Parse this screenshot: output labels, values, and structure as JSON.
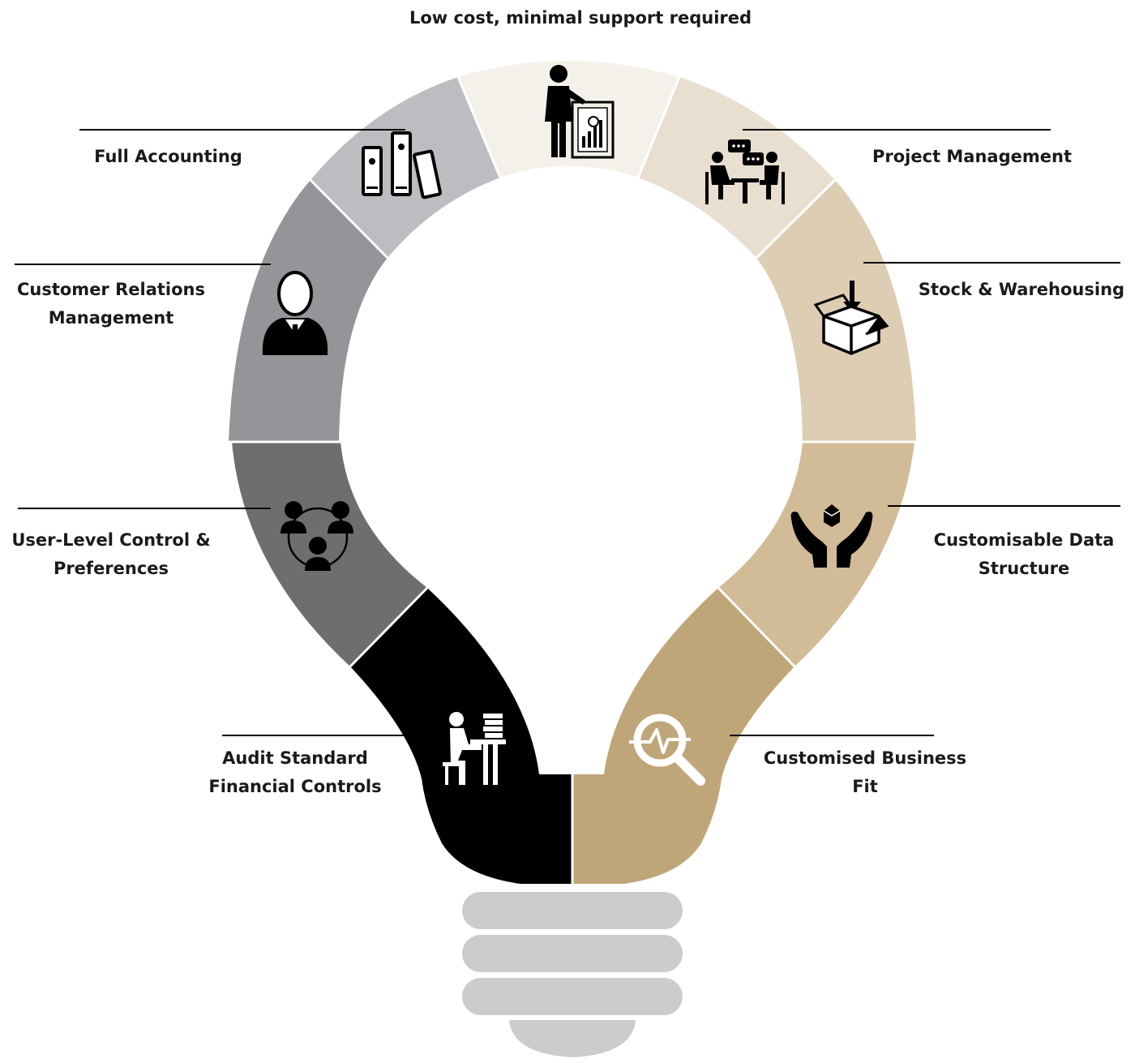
{
  "diagram": {
    "top_label": "Low cost, minimal support required",
    "segments": [
      {
        "id": "top",
        "icon": "presenter-chart-icon",
        "color": "#f3f1ea",
        "lines": [
          "Low cost, minimal support required"
        ]
      },
      {
        "id": "full-accounting",
        "icon": "binders-icon",
        "color": "#bcbdc0",
        "lines": [
          "Full Accounting"
        ]
      },
      {
        "id": "crm",
        "icon": "businessman-icon",
        "color": "#939598",
        "lines": [
          "Customer Relations",
          "Management"
        ]
      },
      {
        "id": "user-level",
        "icon": "user-group-icon",
        "color": "#6d6e70",
        "lines": [
          "User-Level Control &",
          "Preferences"
        ]
      },
      {
        "id": "audit",
        "icon": "person-at-desk-icon",
        "color": "#000000",
        "lines": [
          "Audit Standard",
          "Financial Controls"
        ]
      },
      {
        "id": "project",
        "icon": "meeting-icon",
        "color": "#e9dfd0",
        "lines": [
          "Project Management"
        ]
      },
      {
        "id": "stock",
        "icon": "box-icon",
        "color": "#ddcdb3",
        "lines": [
          "Stock & Warehousing"
        ]
      },
      {
        "id": "data",
        "icon": "hands-box-icon",
        "color": "#d2bb97",
        "lines": [
          "Customisable Data",
          "Structure"
        ]
      },
      {
        "id": "business",
        "icon": "magnifier-pulse-icon",
        "color": "#bfa678",
        "lines": [
          "Customised Business",
          "Fit"
        ]
      }
    ],
    "base_color": "#cccccc"
  }
}
